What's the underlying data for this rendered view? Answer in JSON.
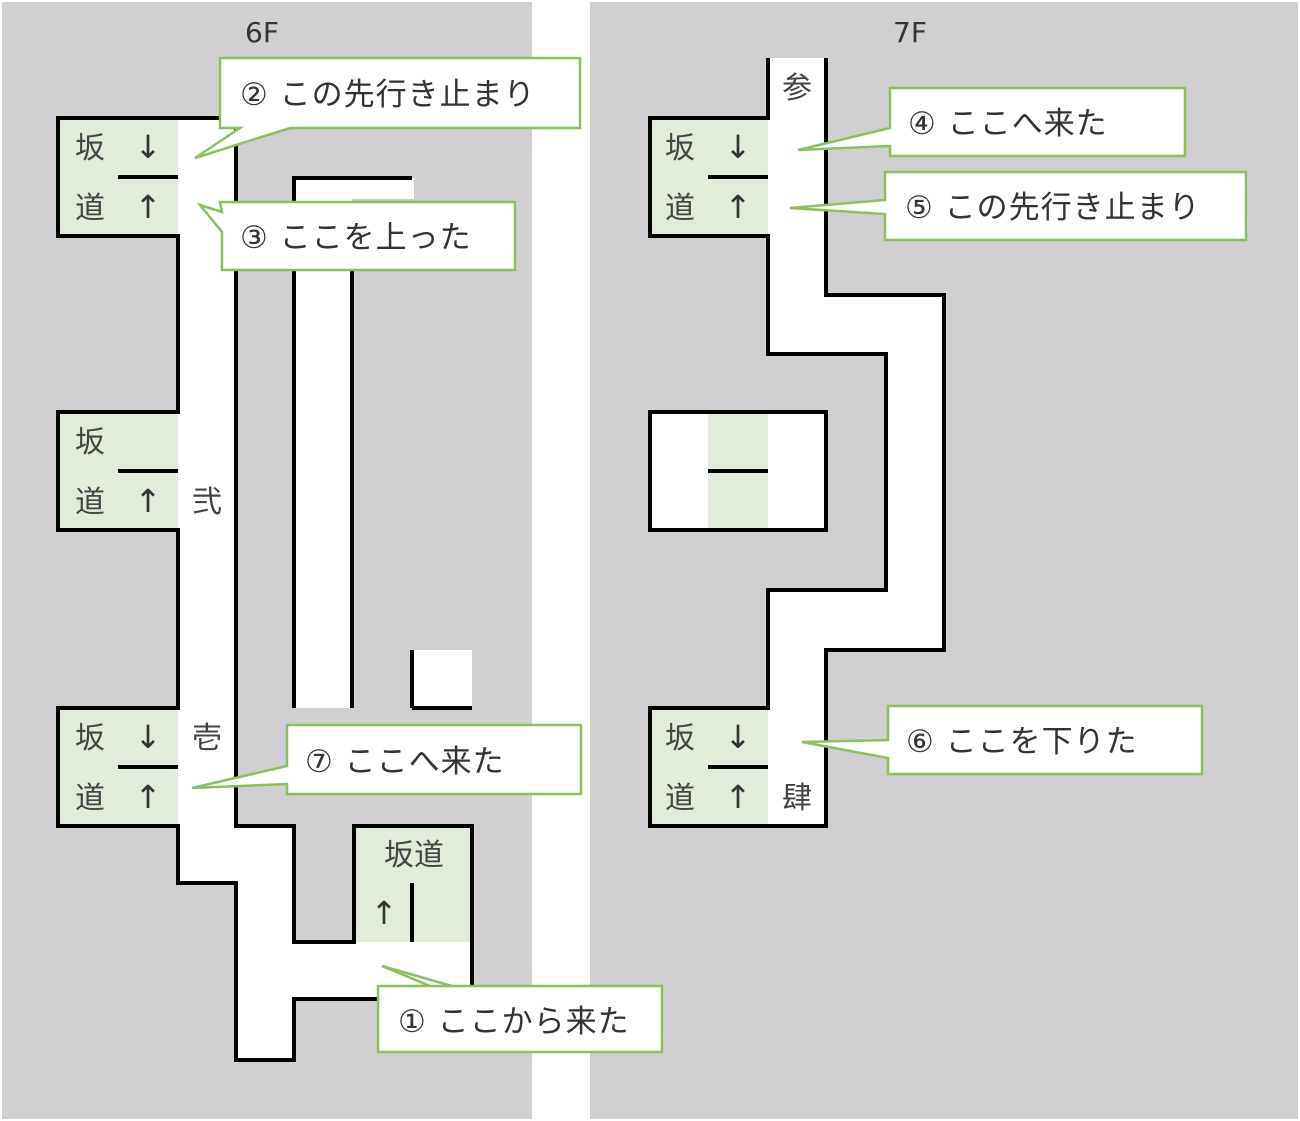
{
  "floors": {
    "f6": {
      "label": "6F"
    },
    "f7": {
      "label": "7F"
    }
  },
  "ramps": {
    "slope": "坂",
    "road": "道",
    "slope_road": "坂道",
    "arrow_down": "↓",
    "arrow_up": "↑"
  },
  "markers": {
    "ichi": "壱",
    "ni": "弐",
    "san": "参",
    "shi": "肆"
  },
  "callouts": {
    "c1": "① ここから来た",
    "c2": "② この先行き止まり",
    "c3": "③ ここを上った",
    "c4": "④ ここへ来た",
    "c5": "⑤ この先行き止まり",
    "c6": "⑥ ここを下りた",
    "c7": "⑦ ここへ来た"
  },
  "colors": {
    "background": "#d1cfd1",
    "corridor": "#ffffff",
    "ramp": "#e2ecda",
    "wall": "#000000",
    "callout_border": "#8dbf5f"
  }
}
